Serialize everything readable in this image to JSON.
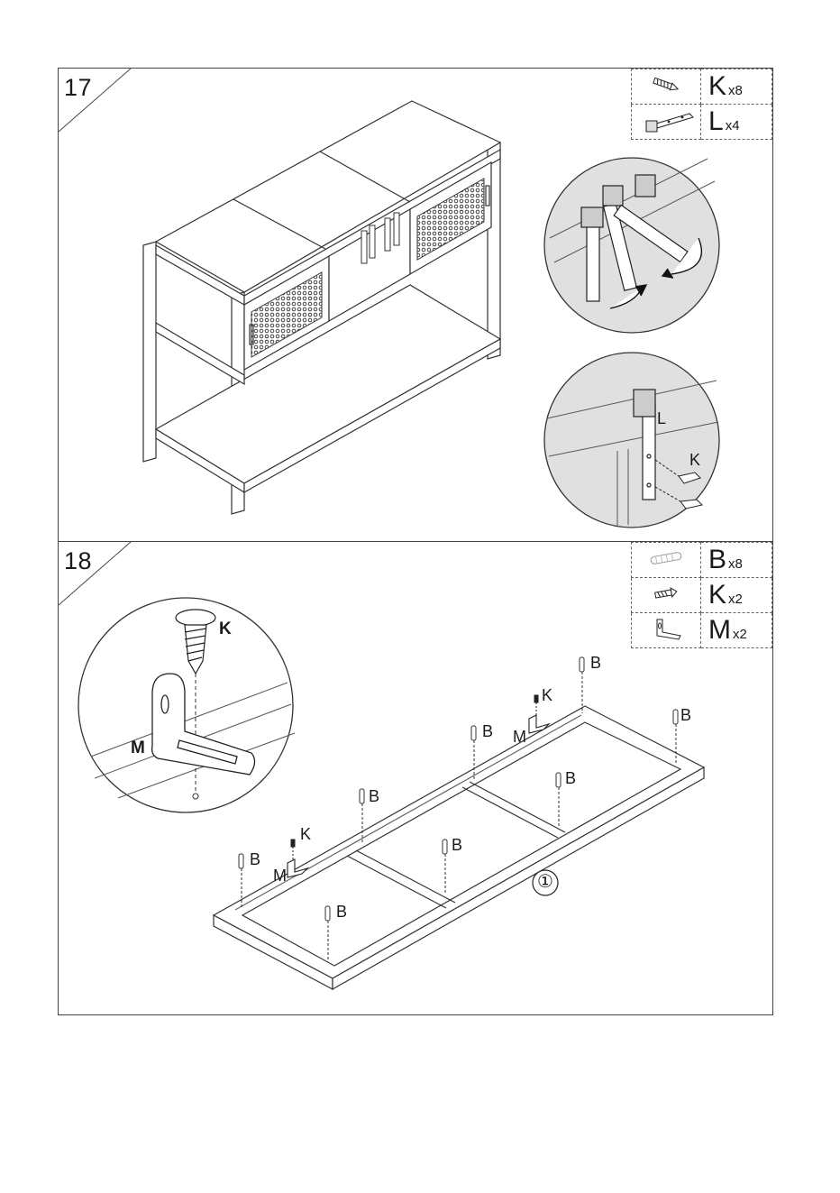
{
  "steps": [
    {
      "number": "17",
      "parts": [
        {
          "letter": "K",
          "qty": "x8",
          "icon": "screw-icon"
        },
        {
          "letter": "L",
          "qty": "x4",
          "icon": "hanger-bracket-icon"
        }
      ],
      "callouts": {
        "bracket": "L",
        "screw": "K"
      }
    },
    {
      "number": "18",
      "parts": [
        {
          "letter": "B",
          "qty": "x8",
          "icon": "dowel-icon"
        },
        {
          "letter": "K",
          "qty": "x2",
          "icon": "screw-icon"
        },
        {
          "letter": "M",
          "qty": "x2",
          "icon": "angle-bracket-icon"
        }
      ],
      "callouts": {
        "detail_screw": "K",
        "detail_bracket": "M",
        "dowel": "B",
        "screw": "K",
        "bracket": "M",
        "panel_number": "①"
      }
    }
  ]
}
